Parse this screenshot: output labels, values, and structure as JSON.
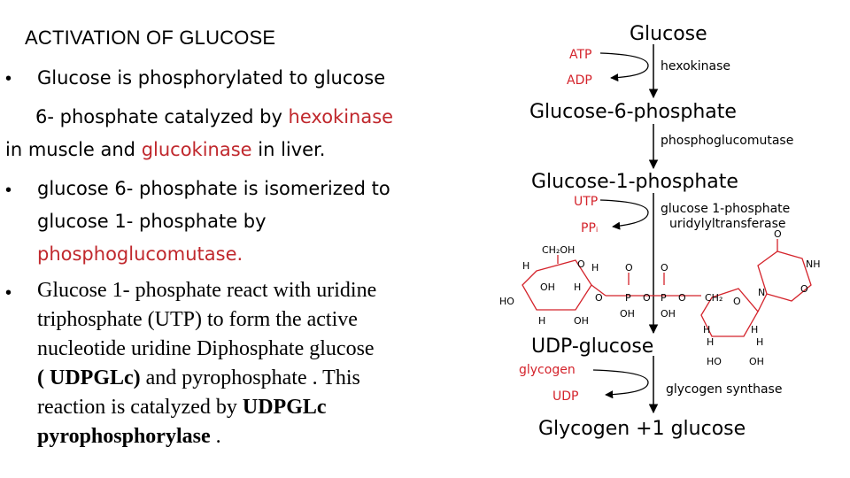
{
  "title": "ACTIVATION OF GLUCOSE",
  "bullets": {
    "b1": {
      "l1": "Glucose is phosphorylated to glucose",
      "l2a": "6- phosphate catalyzed by ",
      "l2b": "hexokinase",
      "l3a": "in muscle and ",
      "l3b": "glucokinase",
      "l3c": " in liver."
    },
    "b2": {
      "l1": "glucose 6- phosphate is isomerized to",
      "l2": "glucose 1- phosphate by",
      "l3": "phosphoglucomutase."
    },
    "b3": {
      "l1": "Glucose 1- phosphate  react with uridine",
      "l2": "triphosphate (UTP) to form the active",
      "l3": "nucleotide uridine Diphosphate glucose",
      "l4a": "( UDPGLc)",
      "l4b": " and pyrophosphate . This",
      "l5a": "reaction is catalyzed by ",
      "l5b": "UDPGLc",
      "l6a": "pyrophosphorylase",
      "l6b": " ."
    }
  },
  "diagram": {
    "glucose": "Glucose",
    "atp": "ATP",
    "adp": "ADP",
    "hexokinase": "hexokinase",
    "g6p": "Glucose-6-phosphate",
    "pgm": "phosphoglucomutase",
    "g1p": "Glucose-1-phosphate",
    "utp": "UTP",
    "ppi": "PPᵢ",
    "uridylyl1": "glucose 1-phosphate",
    "uridylyl2": "uridylyltransferase",
    "udpglucose": "UDP-glucose",
    "glycogen": "glycogen",
    "udp": "UDP",
    "synthase": "glycogen synthase",
    "product": "Glycogen +1 glucose",
    "struct": {
      "ch2oh": "CH₂OH",
      "h": "H",
      "o": "O",
      "oh": "OH",
      "ho": "HO",
      "p": "P",
      "ch2": "CH₂",
      "nh": "NH",
      "n": "N"
    }
  }
}
